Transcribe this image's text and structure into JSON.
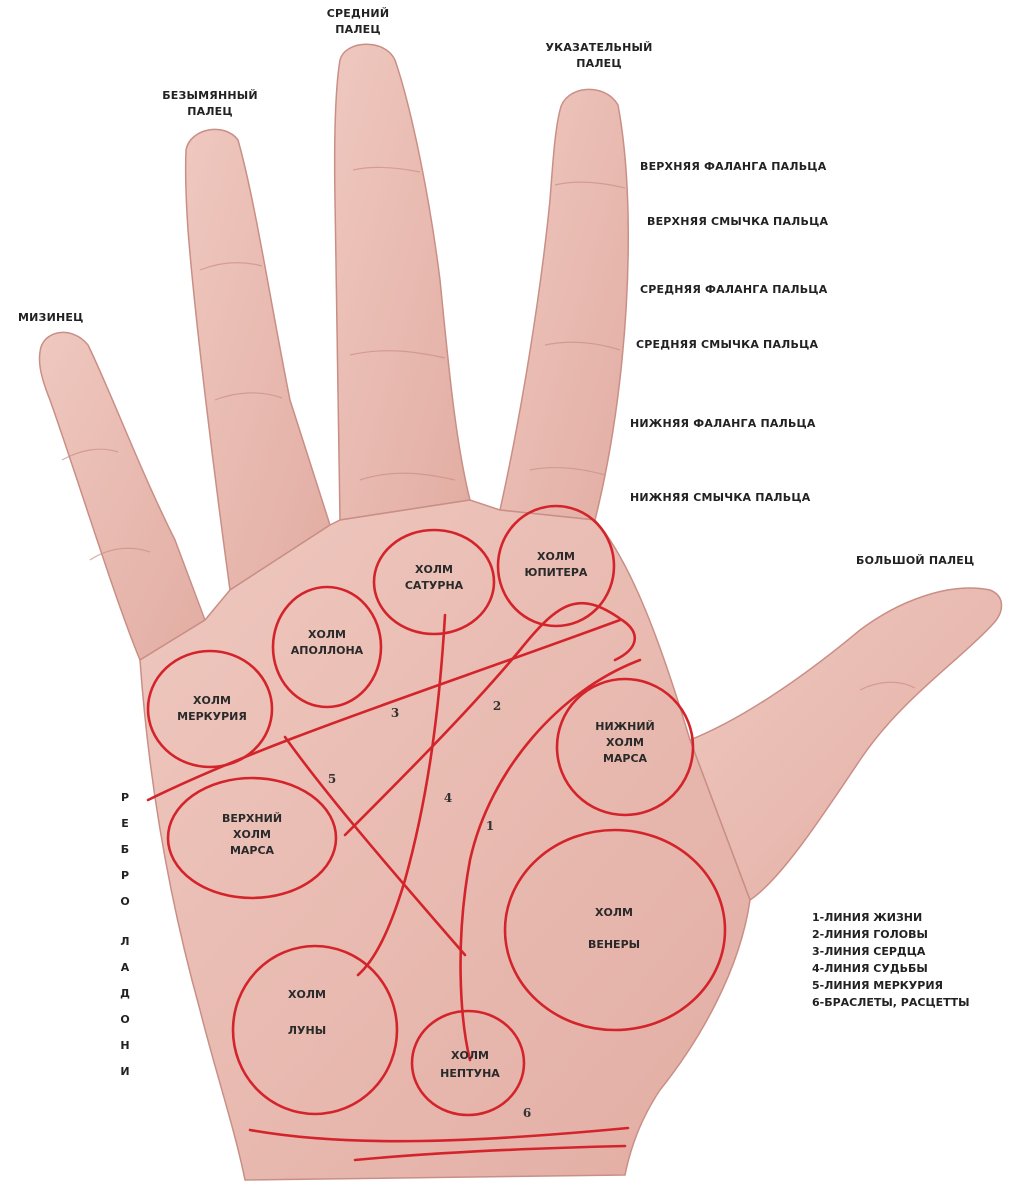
{
  "colors": {
    "skin": "#e9bdb4",
    "skin_shadow": "#c98f86",
    "line_red": "#d4242b",
    "text": "#222222"
  },
  "finger_labels": {
    "middle": [
      "СРЕДНИЙ",
      "ПАЛЕЦ"
    ],
    "index": [
      "УКАЗАТЕЛЬНЫЙ",
      "ПАЛЕЦ"
    ],
    "ring": [
      "БЕЗЫМЯННЫЙ",
      "ПАЛЕЦ"
    ],
    "little": "МИЗИНЕЦ",
    "thumb": "БОЛЬШОЙ ПАЛЕЦ"
  },
  "phalanx_labels": [
    "ВЕРХНЯЯ ФАЛАНГА ПАЛЬЦА",
    "ВЕРХНЯЯ СМЫЧКА ПАЛЬЦА",
    "СРЕДНЯЯ ФАЛАНГА ПАЛЬЦА",
    "СРЕДНЯЯ СМЫЧКА ПАЛЬЦА",
    "НИЖНЯЯ ФАЛАНГА ПАЛЬЦА",
    "НИЖНЯЯ СМЫЧКА ПАЛЬЦА"
  ],
  "palm_edge_label": "РЕБРО ЛАДОНИ",
  "mounts": [
    {
      "id": "saturn",
      "lines": [
        "ХОЛМ",
        "САТУРНА"
      ]
    },
    {
      "id": "jupiter",
      "lines": [
        "ХОЛМ",
        "ЮПИТЕРА"
      ]
    },
    {
      "id": "apollo",
      "lines": [
        "ХОЛМ",
        "АПОЛЛОНА"
      ]
    },
    {
      "id": "mercury",
      "lines": [
        "ХОЛМ",
        "МЕРКУРИЯ"
      ]
    },
    {
      "id": "lower-mars",
      "lines": [
        "НИЖНИЙ",
        "ХОЛМ",
        "МАРСА"
      ]
    },
    {
      "id": "upper-mars",
      "lines": [
        "ВЕРХНИЙ",
        "ХОЛМ",
        "МАРСА"
      ]
    },
    {
      "id": "venus",
      "lines": [
        "ХОЛМ",
        "ВЕНЕРЫ"
      ]
    },
    {
      "id": "moon",
      "lines": [
        "ХОЛМ",
        "ЛУНЫ"
      ]
    },
    {
      "id": "neptune",
      "lines": [
        "ХОЛМ",
        "НЕПТУНА"
      ]
    }
  ],
  "line_numbers": [
    "1",
    "2",
    "3",
    "4",
    "5",
    "6"
  ],
  "legend": [
    "1-ЛИНИЯ ЖИЗНИ",
    "2-ЛИНИЯ ГОЛОВЫ",
    "3-ЛИНИЯ СЕРДЦА",
    "4-ЛИНИЯ СУДЬБЫ",
    "5-ЛИНИЯ МЕРКУРИЯ",
    "6-БРАСЛЕТЫ, РАСЦЕТТЫ"
  ]
}
